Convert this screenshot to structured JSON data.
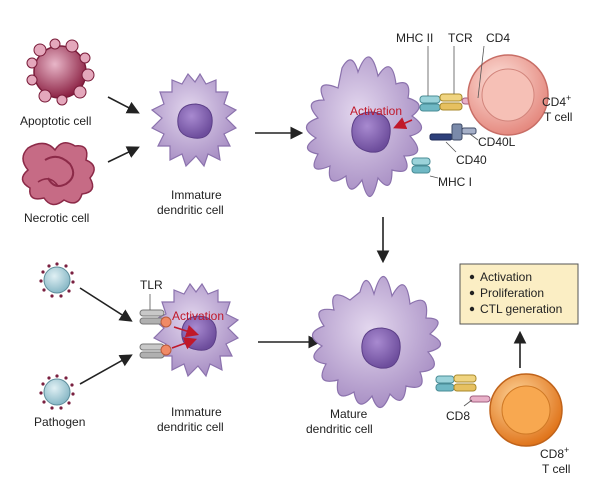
{
  "labels": {
    "apoptotic_cell": "Apoptotic cell",
    "necrotic_cell": "Necrotic cell",
    "immature_dc_top_1": "Immature",
    "immature_dc_top_2": "dendritic cell",
    "activation_top": "Activation",
    "mhc2": "MHC II",
    "tcr": "TCR",
    "cd4": "CD4",
    "cd4_t_1": "CD4",
    "cd4_t_sup": "+",
    "cd4_t_2": "T cell",
    "cd40l": "CD40L",
    "cd40": "CD40",
    "mhc1": "MHC I",
    "pathogen": "Pathogen",
    "tlr": "TLR",
    "activation_bottom": "Activation",
    "immature_dc_bottom_1": "Immature",
    "immature_dc_bottom_2": "dendritic cell",
    "mature_dc_1": "Mature",
    "mature_dc_2": "dendritic cell",
    "cd8": "CD8",
    "cd8_t_1": "CD8",
    "cd8_t_sup": "+",
    "cd8_t_2": "T cell"
  },
  "outcomes": [
    "Activation",
    "Proliferation",
    "CTL generation"
  ],
  "colors": {
    "dc_body": "#b9a3d0",
    "dc_nucleus": "#8a6bb5",
    "apoptotic": "#9c3050",
    "necrotic": "#b2546e",
    "pathogen": "#a8ccd6",
    "cd4_t": "#f1a59a",
    "cd8_t": "#f08a2c",
    "box": "#fbeec4",
    "activation_red": "#c0182a"
  }
}
